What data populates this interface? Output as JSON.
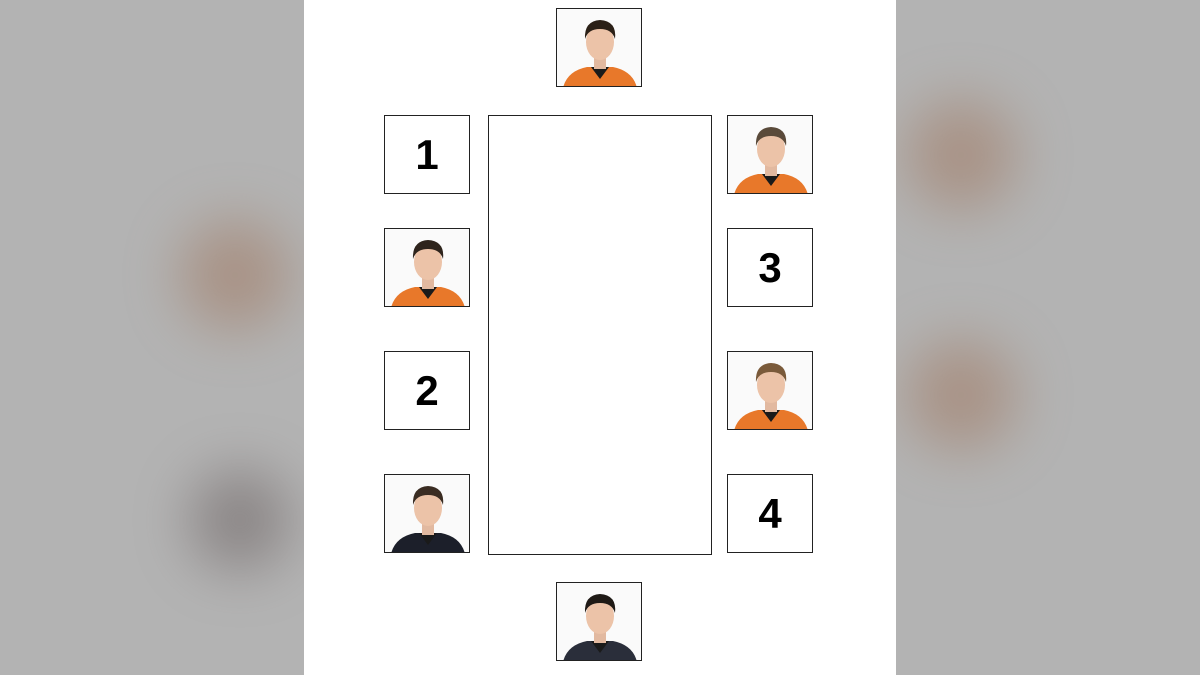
{
  "seats": {
    "top": {
      "type": "photo",
      "shirt": "#e8782a",
      "hair": "#2b2017"
    },
    "left": [
      {
        "type": "number",
        "label": "1"
      },
      {
        "type": "photo",
        "shirt": "#e8782a",
        "hair": "#2e241c"
      },
      {
        "type": "number",
        "label": "2"
      },
      {
        "type": "photo",
        "shirt": "#1c1f2a",
        "hair": "#3a2c22"
      }
    ],
    "right": [
      {
        "type": "photo",
        "shirt": "#e8782a",
        "hair": "#5a4a3a"
      },
      {
        "type": "number",
        "label": "3"
      },
      {
        "type": "photo",
        "shirt": "#e8782a",
        "hair": "#7a5a3a"
      },
      {
        "type": "number",
        "label": "4"
      }
    ],
    "bottom": {
      "type": "photo",
      "shirt": "#2a2e3a",
      "hair": "#1f1a16"
    }
  },
  "colors": {
    "background_side": "#b3b3b3",
    "canvas": "#ffffff",
    "border": "#222222"
  }
}
